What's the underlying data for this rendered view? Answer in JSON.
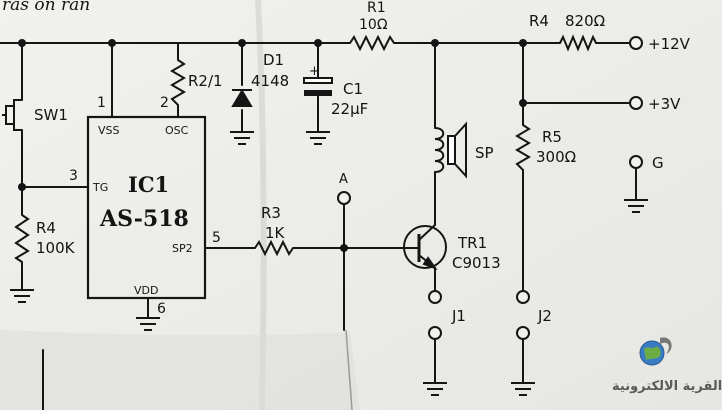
{
  "diagram": {
    "top_cut_text": "ras on ran",
    "switch": {
      "name": "SW1"
    },
    "ic": {
      "designator": "IC1",
      "part": "AS-518",
      "pins": {
        "p1": "1",
        "p2": "2",
        "p3": "3",
        "p5": "5",
        "p6": "6",
        "vss": "VSS",
        "osc": "OSC",
        "tg": "TG",
        "sp2": "SP2",
        "vdd": "VDD"
      }
    },
    "r2": {
      "name": "R2/1"
    },
    "d1": {
      "name": "D1",
      "value": "4148"
    },
    "c1": {
      "name": "C1",
      "value": "22µF"
    },
    "r1": {
      "name": "R1",
      "value": "10Ω"
    },
    "r4_top": {
      "name": "R4",
      "value": "820Ω"
    },
    "r5": {
      "name": "R5",
      "value": "300Ω"
    },
    "r3": {
      "name": "R3",
      "value": "1K"
    },
    "r4_left": {
      "name": "R4",
      "value": "100K"
    },
    "speaker": {
      "name": "SP"
    },
    "transistor": {
      "name": "TR1",
      "value": "C9013"
    },
    "test_point": {
      "name": "A"
    },
    "terminals": {
      "v12": "+12V",
      "v3": "+3V",
      "g": "G",
      "j1": "J1",
      "j2": "J2"
    },
    "watermark": {
      "text": "القرية الالكترونية"
    }
  }
}
